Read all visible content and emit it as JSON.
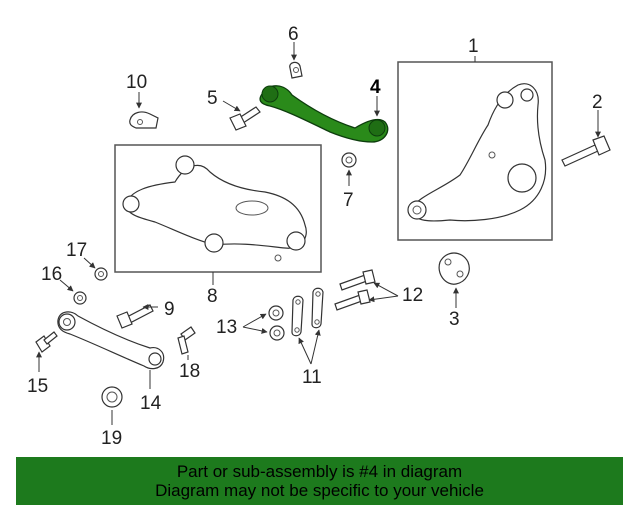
{
  "diagram": {
    "callouts": [
      "1",
      "2",
      "3",
      "4",
      "5",
      "6",
      "7",
      "8",
      "9",
      "10",
      "11",
      "12",
      "13",
      "14",
      "15",
      "16",
      "17",
      "18",
      "19"
    ],
    "highlight_color": "#2a8a1a"
  },
  "banner": {
    "line1": "Part or sub-assembly is #4 in diagram",
    "line2": "Diagram may not be specific to your vehicle",
    "background": "#1d7a1d"
  }
}
